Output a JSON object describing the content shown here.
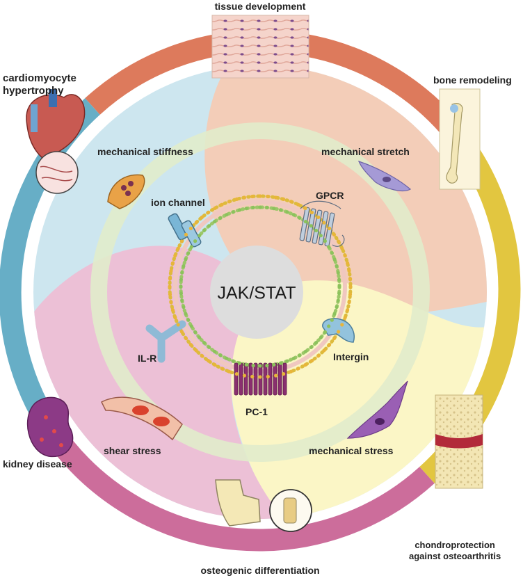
{
  "center": {
    "label": "JAK/STAT"
  },
  "outcomes": {
    "tissue_development": "tissue development",
    "bone_remodeling": "bone remodeling",
    "cardiomyocyte_hypertrophy_line1": "cardiomyocyte",
    "cardiomyocyte_hypertrophy_line2": "hypertrophy",
    "kidney_disease": "kidney disease",
    "osteogenic_differentiation": "osteogenic differentiation",
    "chondroprotection_line1": "chondroprotection",
    "chondroprotection_line2": "against osteoarthritis"
  },
  "stimuli": {
    "mechanical_stiffness": "mechanical stiffness",
    "mechanical_stretch": "mechanical stretch",
    "shear_stress": "shear stress",
    "mechanical_stress": "mechanical stress"
  },
  "receptors": {
    "ion_channel": "ion channel",
    "gpcr": "GPCR",
    "il_r": "IL-R",
    "intergin": "Intergin",
    "pc1": "PC-1"
  },
  "colors": {
    "arc_top": "#dd7a5c",
    "arc_right": "#e2c640",
    "arc_bottom": "#cc6d9b",
    "arc_left": "#67aec6",
    "petal_blue": "#cde6ef",
    "petal_peach": "#f3cdb8",
    "petal_yellow": "#fbf6c6",
    "petal_pink": "#ecc0d6",
    "inner_ring": "#e1eccb",
    "center_circle": "#dddddd"
  }
}
